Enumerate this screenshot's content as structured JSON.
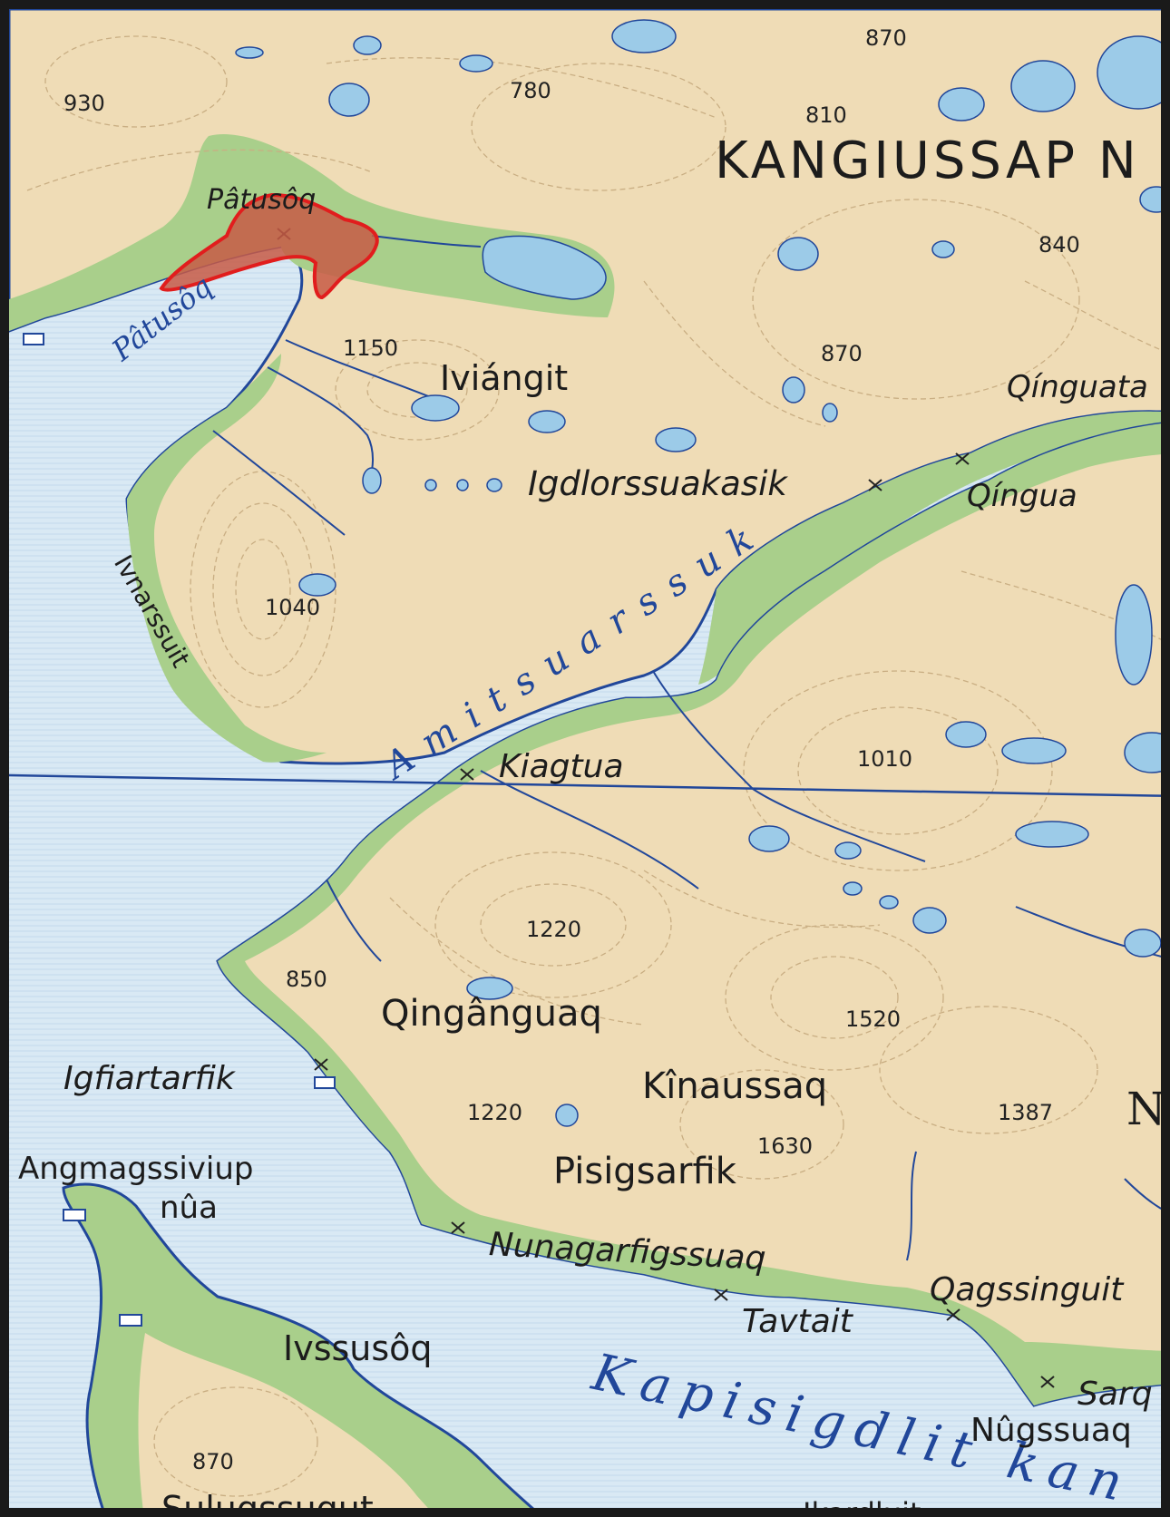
{
  "map": {
    "colors": {
      "sea": "#d9e9f4",
      "land": "#efdcb6",
      "lowland": "#a9cf8b",
      "lake": "#9ccbe8",
      "coastline": "#21479a",
      "contour": "#c9ae83",
      "highlight_fill": "#c75a45",
      "highlight_stroke": "#e11d1d"
    },
    "region_label": "KANGIUSSAP N",
    "regions": {
      "ne": "Ne"
    },
    "water_labels": {
      "patusoq_fjord": "Pâtusôq",
      "amitsuarssuk": "Amitsuarssuk",
      "kapisigdlit": "Kapisigdlit kan"
    },
    "place_labels": {
      "patusoq": "Pâtusôq",
      "iviangit": "Iviángit",
      "igdlorssuakasik": "Igdlorssuakasik",
      "qinguatat": "Qínguata",
      "qingua": "Qíngua",
      "ivnarssuit": "Ivnarssuit",
      "kiagtua": "Kiagtua",
      "qinganguaq": "Qingânguaq",
      "igfiartarfik": "Igfiartarfik",
      "kinaussaq": "Kînaussaq",
      "pisigsarfik": "Pisigsarfik",
      "angmagssiviup": "Angmagssiviup",
      "nua": "nûa",
      "nunagarfigssuaq": "Nunagarfigssuaq",
      "tavtait": "Tavtait",
      "qagssinguit": "Qagssinguit",
      "sarq": "Sarq",
      "nugssuaq": "Nûgssuaq",
      "ivssusoq": "Ivssusôq",
      "sulugssugut": "Sulugssugut",
      "ikardluit": "Ikardluit"
    },
    "elevations": {
      "e930": "930",
      "e780": "780",
      "e870_top": "870",
      "e810": "810",
      "e840": "840",
      "e870_mid": "870",
      "e1150": "1150",
      "e1040": "1040",
      "e1010": "1010",
      "e1220_a": "1220",
      "e850": "850",
      "e1520": "1520",
      "e1220_b": "1220",
      "e1630": "1630",
      "e1387": "1387",
      "e870_bottom": "870"
    },
    "highlighted_area": "Pâtusôq"
  }
}
